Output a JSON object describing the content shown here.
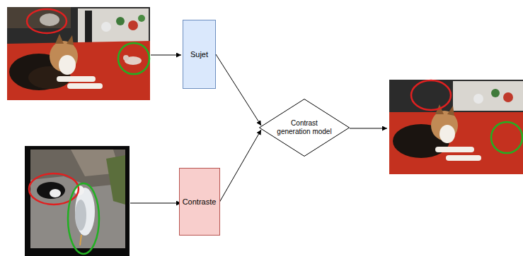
{
  "diagram": {
    "nodes": [
      {
        "text": [
          "Sujet"
        ]
      },
      {
        "text": [
          "Contraste"
        ]
      },
      {
        "text": [
          "Contrast generation model"
        ]
      }
    ],
    "edges": [
      {
        "from": 0,
        "to": 2,
        "arrow": "to"
      },
      {
        "from": 1,
        "to": 2,
        "arrow": "to"
      }
    ]
  }
}
